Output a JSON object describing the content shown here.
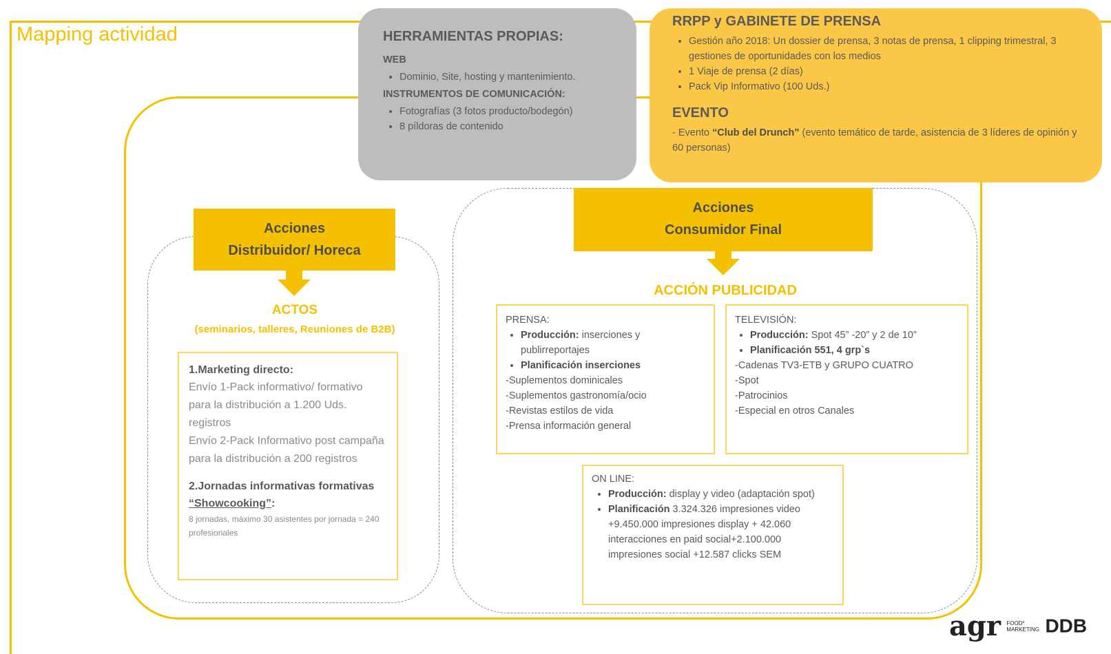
{
  "title": "Mapping actividad",
  "herramientas": {
    "heading": "HERRAMIENTAS PROPIAS:",
    "web_heading": "WEB",
    "web_items": [
      "Dominio, Site, hosting y mantenimiento."
    ],
    "instr_heading": "INSTRUMENTOS DE COMUNICACIÓN:",
    "instr_items": [
      "Fotografías (3 fotos producto/bodegón)",
      "8 píldoras de contenido"
    ]
  },
  "rrpp": {
    "heading": "RRPP y GABINETE DE PRENSA",
    "items": [
      "Gestión año 2018: Un dossier de prensa, 3 notas de prensa, 1 clipping trimestral, 3 gestiones de oportunidades con los medios",
      "1 Viaje de prensa (2 días)",
      "Pack Vip Informativo (100 Uds.)"
    ],
    "evento_heading": "EVENTO",
    "evento_prefix": "- Evento ",
    "evento_name": "“Club del Drunch”",
    "evento_rest": " (evento temático de tarde, asistencia de 3 líderes de opinión y 60 personas)"
  },
  "distribuidor": {
    "tag_line1": "Acciones",
    "tag_line2": "Distribuidor/ Horeca",
    "actos_heading": "ACTOS",
    "actos_sub": "(seminarios, talleres, Reuniones de B2B)",
    "md_heading": "1.Marketing directo:",
    "md_text1": "Envío 1-Pack informativo/ formativo para la distribución a 1.200 Uds. registros",
    "md_text2": "Envío 2-Pack Informativo post campaña para la distribución a 200 registros",
    "jornadas_heading": "2.Jornadas informativas formativas ",
    "jornadas_show": "“Showcooking”",
    "jornadas_colon": ":",
    "jornadas_text": "8 jornadas, máximo 30 asistentes por jornada = 240 profesionales"
  },
  "consumidor": {
    "tag_line1": "Acciones",
    "tag_line2": "Consumidor Final",
    "publicidad_heading": "ACCIÓN PUBLICIDAD",
    "prensa": {
      "heading": "PRENSA:",
      "prod_label": "Producción:",
      "prod_text": " inserciones y publirreportajes",
      "plan_label": "Planificación inserciones",
      "lines": [
        "-Suplementos dominicales",
        "-Suplementos gastronomía/ocio",
        "-Revistas estilos de vida",
        "-Prensa información general"
      ]
    },
    "television": {
      "heading": "TELEVISIÓN:",
      "prod_label": "Producción:",
      "prod_text": " Spot 45” -20” y 2 de 10”",
      "plan_label": "Planificación 551, 4 grp`s",
      "lines": [
        "-Cadenas TV3-ETB y GRUPO CUATRO",
        "-Spot",
        "-Patrocinios",
        "-Especial en otros Canales"
      ]
    },
    "online": {
      "heading": "ON LINE:",
      "prod_label": "Producción:",
      "prod_text": " display y video (adaptación spot)",
      "plan_label": "Planificación",
      "plan_text": " 3.324.326 impresiones video +9.450.000 impresiones display + 42.060 interacciones en paid social+2.100.000 impresiones social +12.587 clicks SEM"
    }
  },
  "logo": {
    "agr": "agr",
    "food1": "FOOD*",
    "food2": "MARKETING",
    "ddb": "DDB"
  }
}
